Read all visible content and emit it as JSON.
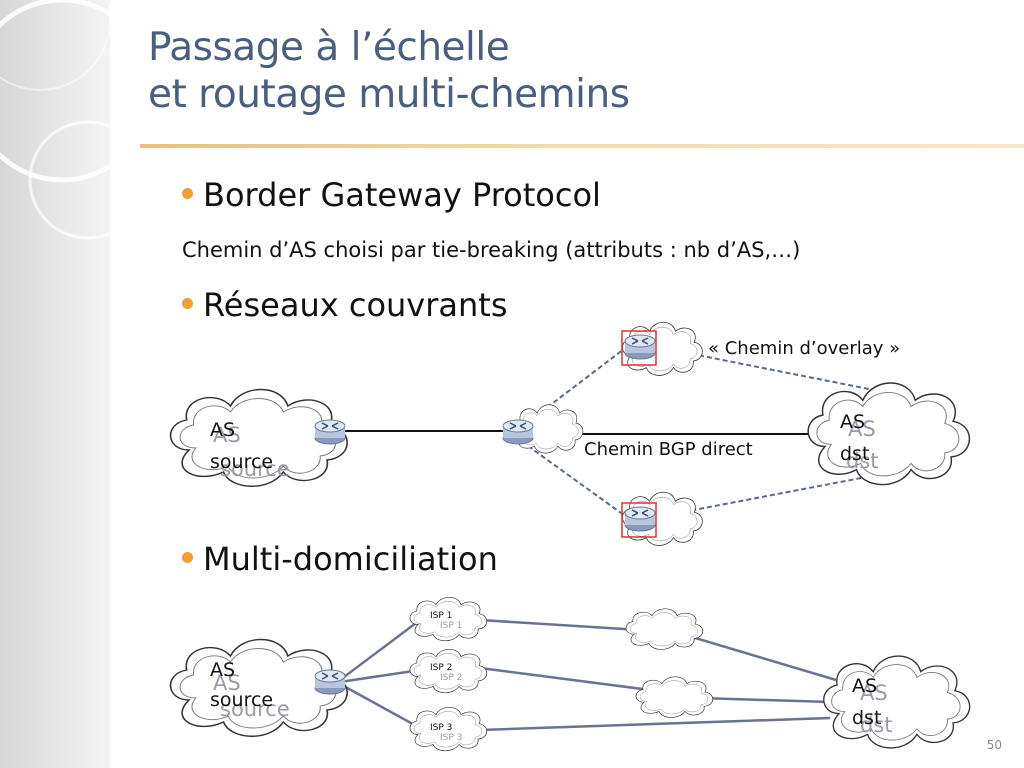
{
  "title": {
    "line1": "Passage à l’échelle",
    "line2": "et routage multi-chemins"
  },
  "bullets": {
    "bgp": "Border Gateway Protocol",
    "bgp_sub": "Chemin d’AS choisi par tie-breaking (attributs : nb d’AS,…)",
    "overlay": "Réseaux couvrants",
    "multihoming": "Multi-domiciliation"
  },
  "diagram_overlay": {
    "overlay_label": "« Chemin d’overlay »",
    "direct_label": "Chemin BGP direct",
    "source_label_1": "AS",
    "source_label_2": "source",
    "dst_label_1": "AS",
    "dst_label_2": "dst"
  },
  "diagram_multihoming": {
    "source_label_1": "AS",
    "source_label_2": "source",
    "dst_label_1": "AS",
    "dst_label_2": "dst",
    "isp1": "ISP 1",
    "isp2": "ISP 2",
    "isp3": "ISP 3"
  },
  "slide_number": "50",
  "colors": {
    "title": "#4a5e80",
    "bullet": "#f0a030",
    "dashed_link": "#5a6a8a",
    "link": "#6a7390",
    "highlight_box": "#e03030"
  },
  "icons": [
    "router-icon",
    "cloud-icon"
  ]
}
